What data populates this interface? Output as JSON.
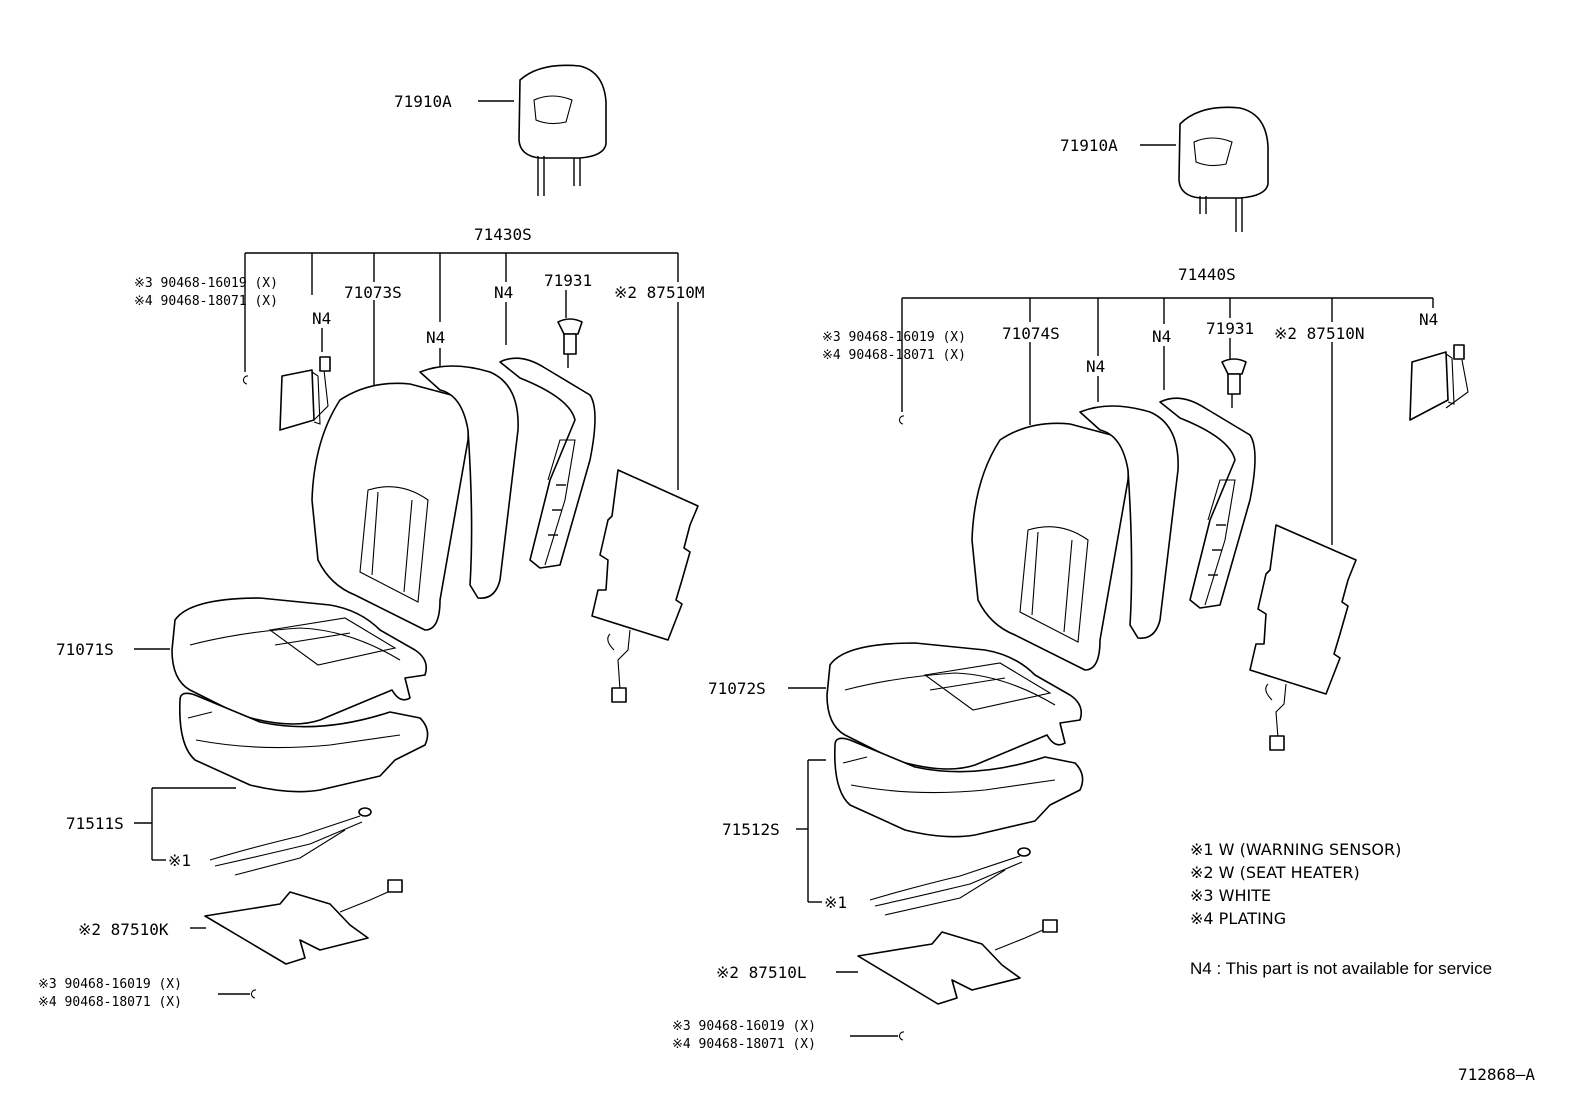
{
  "left": {
    "headrest": "71910A",
    "assembly": "71430S",
    "bolt_white": "※3 90468-16019 (X)",
    "bolt_plating": "※4 90468-18071 (X)",
    "n4_a": "N4",
    "cover": "71073S",
    "n4_b": "N4",
    "n4_c": "N4",
    "knob": "71931",
    "heater_back": "※2 87510M",
    "cushion": "71071S",
    "pad": "71511S",
    "sensor": "※1",
    "heater_seat": "※2 87510K",
    "clip_white": "※3 90468-16019 (X)",
    "clip_plating": "※4 90468-18071 (X)"
  },
  "right": {
    "headrest": "71910A",
    "assembly": "71440S",
    "bolt_white": "※3 90468-16019 (X)",
    "bolt_plating": "※4 90468-18071 (X)",
    "cover": "71074S",
    "n4_a": "N4",
    "n4_b": "N4",
    "knob": "71931",
    "heater_back": "※2 87510N",
    "n4_c": "N4",
    "cushion": "71072S",
    "pad": "71512S",
    "sensor": "※1",
    "heater_seat": "※2 87510L",
    "clip_white": "※3 90468-16019 (X)",
    "clip_plating": "※4 90468-18071 (X)"
  },
  "legend": {
    "item1": "※1  W (WARNING  SENSOR)",
    "item2": "※2  W (SEAT  HEATER)",
    "item3": "※3  WHITE",
    "item4": "※4  PLATING",
    "note": "N4 :  This part is not available for service"
  },
  "figure_id": "712868–A"
}
